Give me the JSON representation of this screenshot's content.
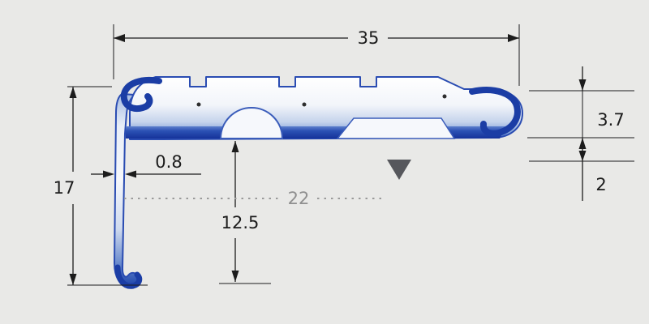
{
  "diagram": {
    "type": "profile-cross-section",
    "labels": {
      "width_top": "35",
      "height_left": "17",
      "wall_thickness": "0.8",
      "inner_width": "22",
      "inner_height": "12.5",
      "lip_height": "3.7",
      "lip_gap": "2"
    },
    "colors": {
      "background": "#e9e9e7",
      "profile_blue": "#1b3da5",
      "profile_outline": "#2a4cb2",
      "dimension": "#1c1c1c",
      "dotted_gray": "#9a9a9a",
      "marker_gray": "#56575c"
    }
  }
}
